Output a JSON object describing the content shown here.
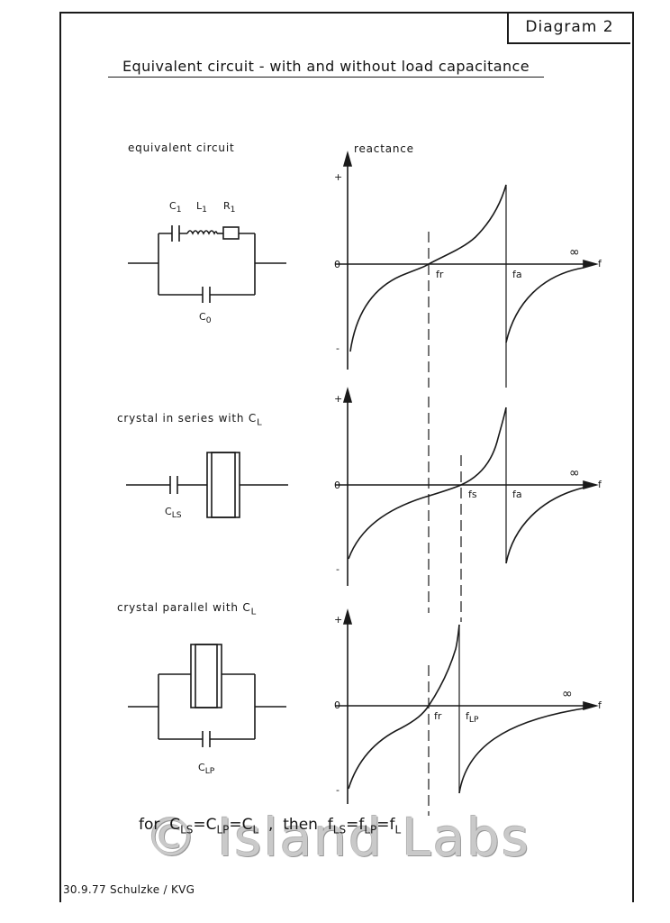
{
  "diagram_label": "Diagram 2",
  "title": "Equivalent circuit - with and without load capacitance",
  "sections": [
    {
      "label": "equivalent circuit",
      "components": [
        "C",
        "1",
        "L",
        "1",
        "R",
        "1",
        "C",
        "0"
      ]
    },
    {
      "label_prefix": "crystal  in series with  C",
      "label_sub": "L",
      "components": [
        "C",
        "LS"
      ]
    },
    {
      "label_prefix": "crystal  parallel  with  C",
      "label_sub": "L",
      "components": [
        "C",
        "LP"
      ]
    }
  ],
  "plots": {
    "y_axis_label": "reactance",
    "x_axis_label": "f",
    "plus": "+",
    "zero": "0",
    "minus": "-",
    "infinity": "∞",
    "plot1_marks": [
      "fr",
      "fa"
    ],
    "plot2_marks": [
      "fs",
      "fa"
    ],
    "plot3_marks": [
      "fr",
      "f",
      "LP"
    ]
  },
  "formula": {
    "for": "for",
    "c": "C",
    "ls": "LS",
    "lp": "LP",
    "l": "L",
    "then": "then",
    "f": "f",
    "eq": "=",
    "comma": ","
  },
  "footer": "30.9.77 Schulzke / KVG",
  "watermark": "© Island Labs"
}
